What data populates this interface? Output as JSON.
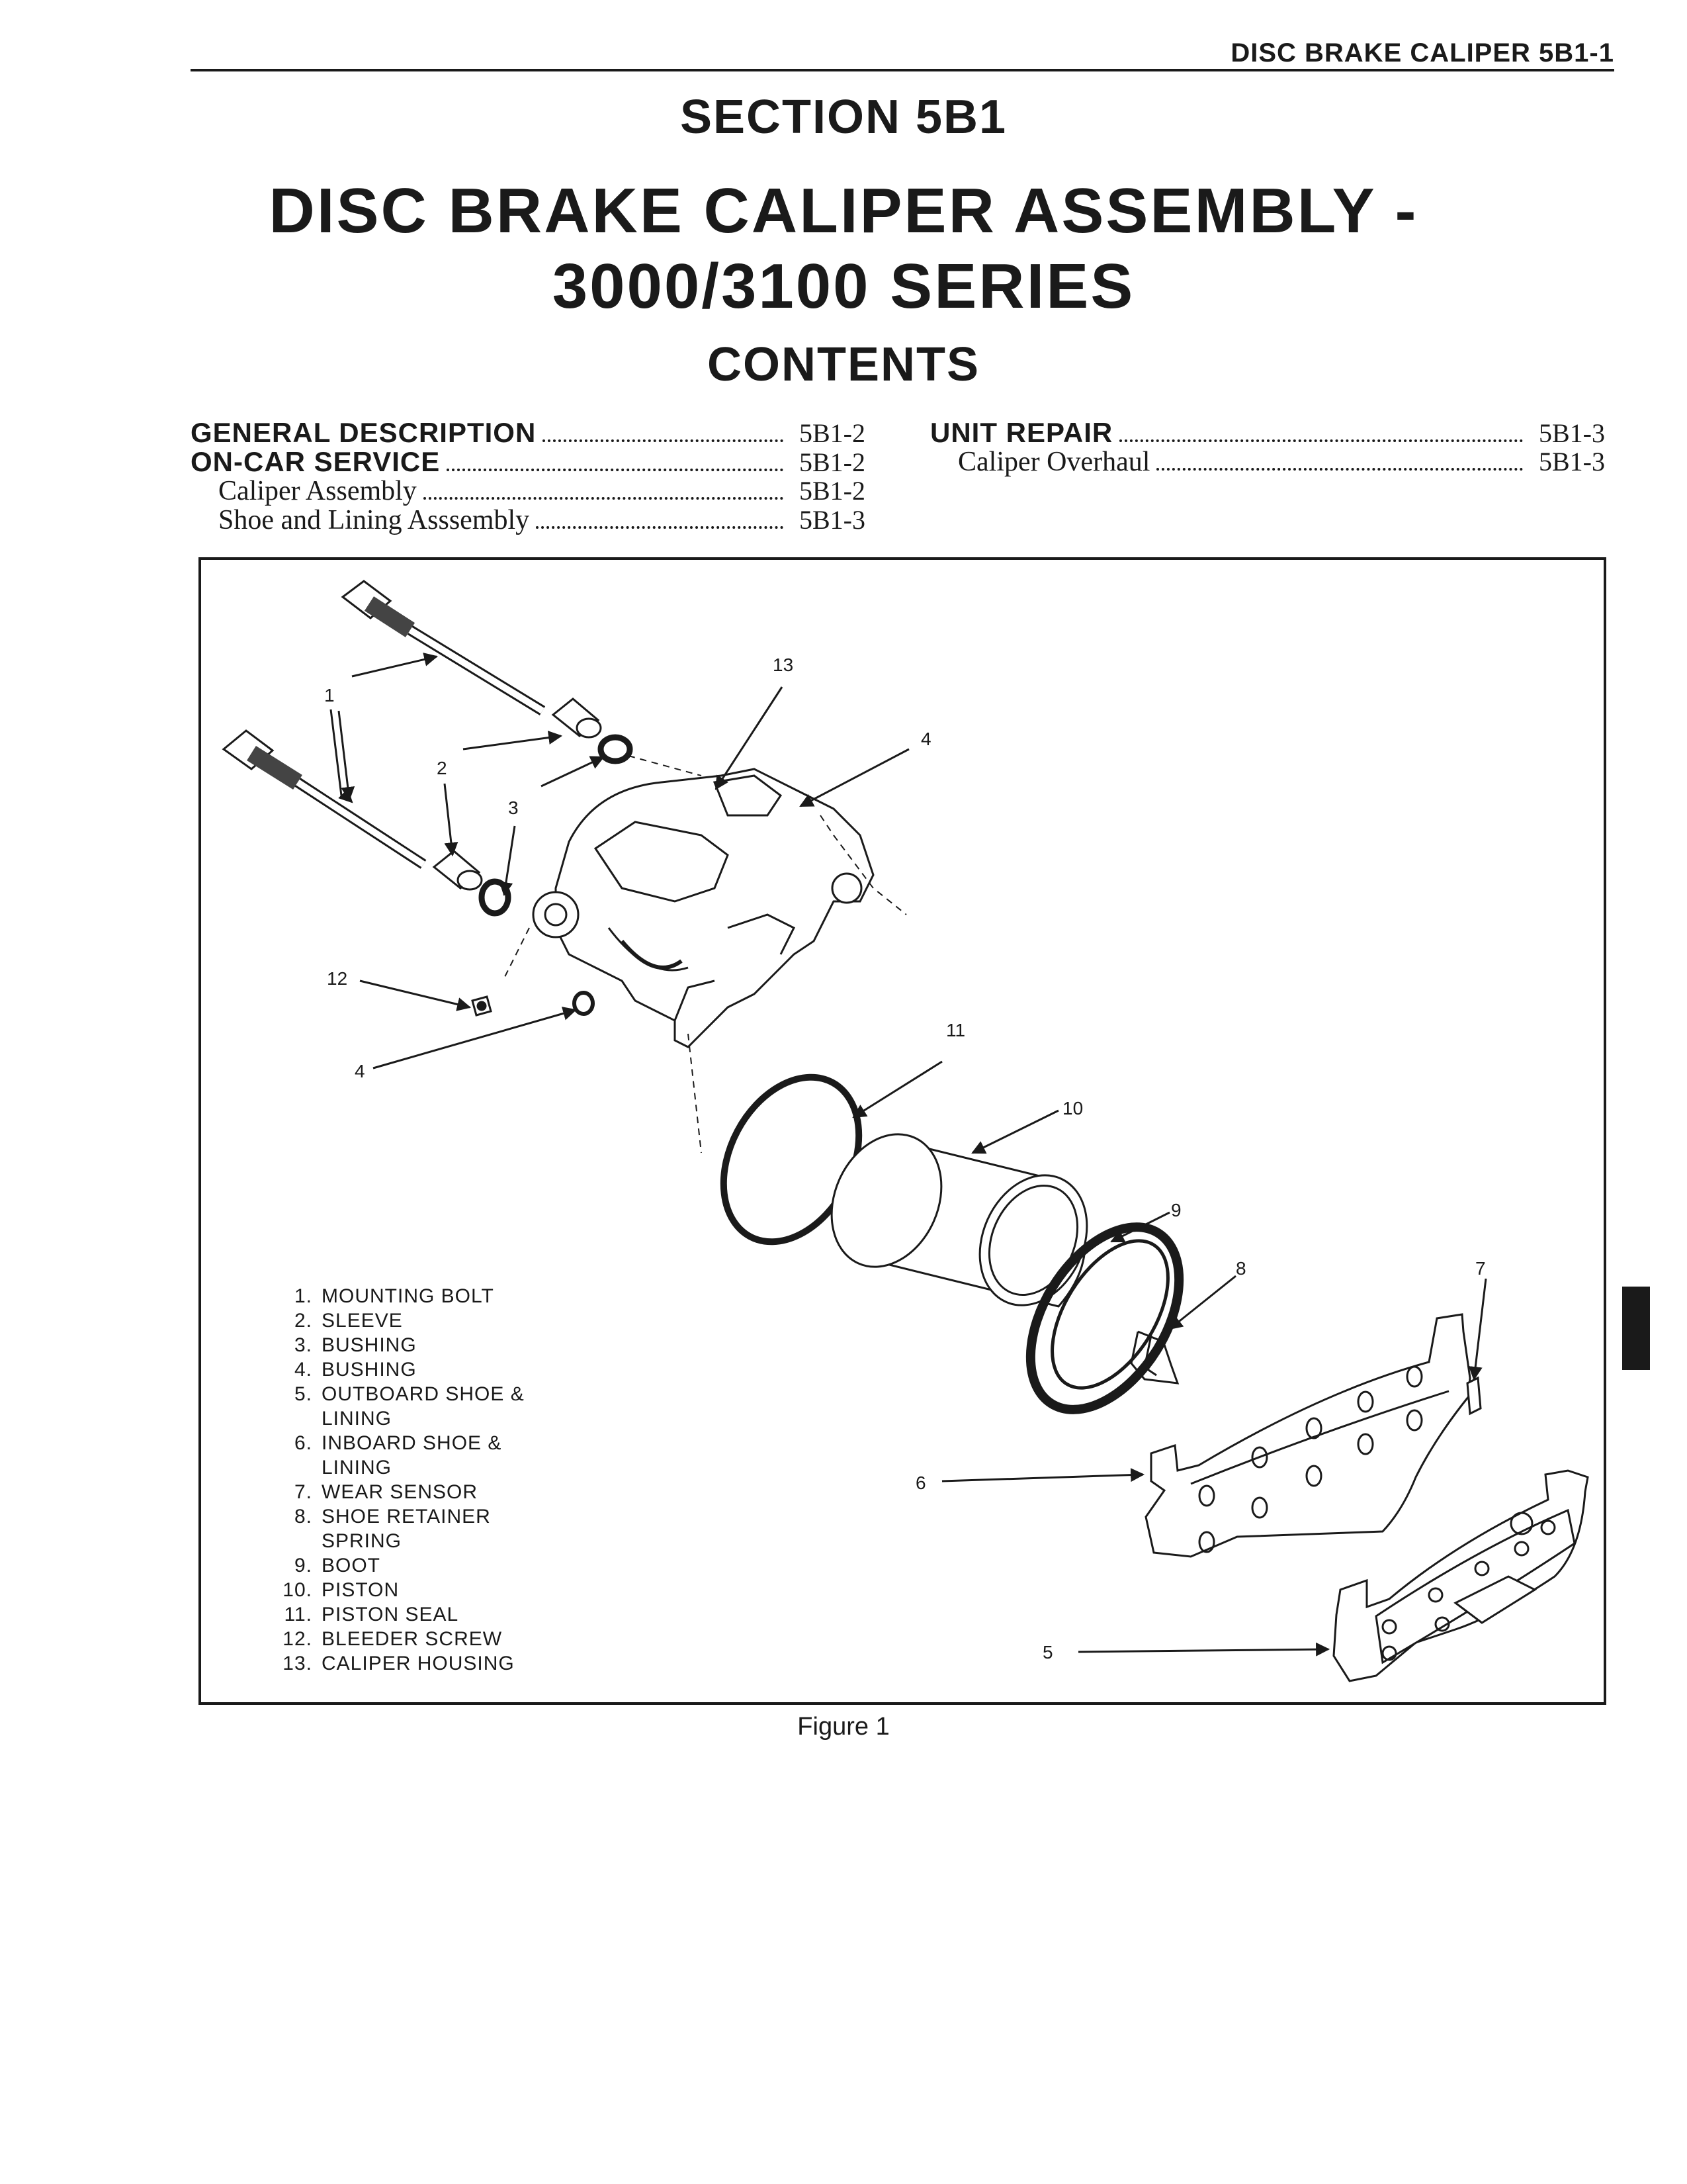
{
  "running_head": "DISC BRAKE CALIPER  5B1-1",
  "section": "SECTION 5B1",
  "title_line1": "DISC BRAKE CALIPER ASSEMBLY -",
  "title_line2": "3000/3100 SERIES",
  "contents_heading": "CONTENTS",
  "toc_left": [
    {
      "label": "GENERAL DESCRIPTION",
      "page": "5B1-2",
      "level": "major"
    },
    {
      "label": "ON-CAR SERVICE",
      "page": "5B1-2",
      "level": "major"
    },
    {
      "label": "Caliper Assembly",
      "page": "5B1-2",
      "level": "minor"
    },
    {
      "label": "Shoe and Lining Asssembly",
      "page": "5B1-3",
      "level": "minor"
    }
  ],
  "toc_right": [
    {
      "label": "UNIT REPAIR",
      "page": "5B1-3",
      "level": "major"
    },
    {
      "label": "Caliper Overhaul",
      "page": "5B1-3",
      "level": "minor"
    }
  ],
  "figure_caption": "Figure 1",
  "callouts": [
    "1",
    "2",
    "3",
    "4",
    "5",
    "6",
    "7",
    "8",
    "9",
    "10",
    "11",
    "12",
    "13"
  ],
  "legend": [
    {
      "num": "1.",
      "text": "MOUNTING BOLT"
    },
    {
      "num": "2.",
      "text": "SLEEVE"
    },
    {
      "num": "3.",
      "text": "BUSHING"
    },
    {
      "num": "4.",
      "text": "BUSHING"
    },
    {
      "num": "5.",
      "text": "OUTBOARD SHOE & LINING"
    },
    {
      "num": "6.",
      "text": "INBOARD SHOE & LINING"
    },
    {
      "num": "7.",
      "text": "WEAR SENSOR"
    },
    {
      "num": "8.",
      "text": "SHOE RETAINER SPRING"
    },
    {
      "num": "9.",
      "text": "BOOT"
    },
    {
      "num": "10.",
      "text": "PISTON"
    },
    {
      "num": "11.",
      "text": "PISTON SEAL"
    },
    {
      "num": "12.",
      "text": "BLEEDER SCREW"
    },
    {
      "num": "13.",
      "text": "CALIPER HOUSING"
    }
  ]
}
